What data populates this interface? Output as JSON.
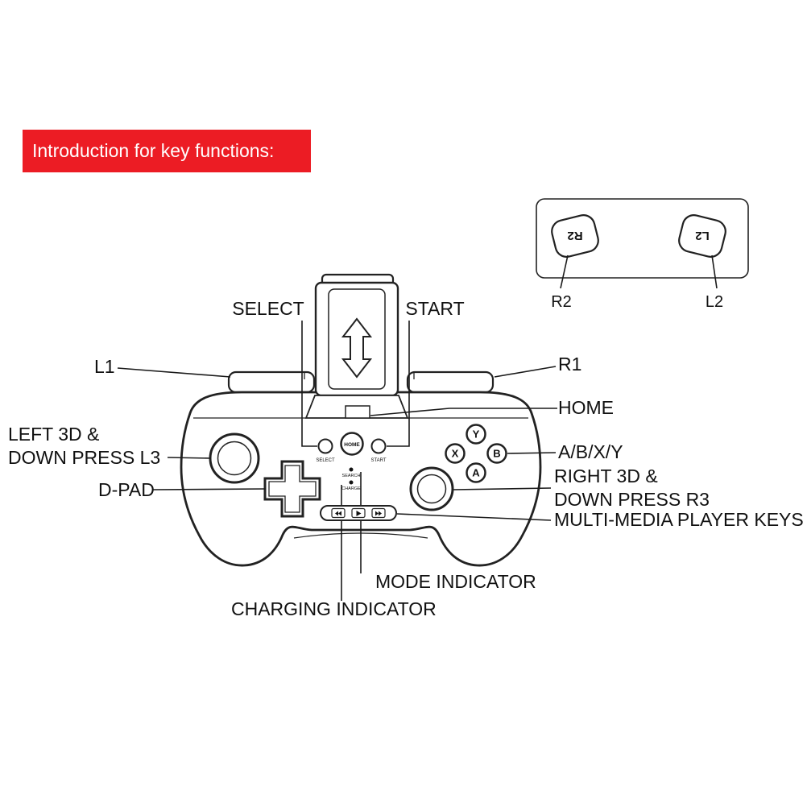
{
  "banner": {
    "text": "Introduction for key functions:",
    "bg_color": "#ec1c24",
    "text_color": "#ffffff"
  },
  "trigger_inset": {
    "r2_button": "R2",
    "l2_button": "L2",
    "r2_label": "R2",
    "l2_label": "L2"
  },
  "callouts": {
    "select": "SELECT",
    "start": "START",
    "l1": "L1",
    "r1": "R1",
    "home": "HOME",
    "left_stick_line1": "LEFT 3D &",
    "left_stick_line2": "DOWN PRESS L3",
    "abxy": "A/B/X/Y",
    "dpad": "D-PAD",
    "right_stick_line1": "RIGHT 3D &",
    "right_stick_line2": "DOWN PRESS  R3",
    "multimedia": "MULTI-MEDIA PLAYER KEYS",
    "mode": "MODE INDICATOR",
    "charging": "CHARGING INDICATOR"
  },
  "controller": {
    "select_button": "SELECT",
    "home_button": "HOME",
    "start_button": "START",
    "search_led": "SEARCH",
    "charge_led": "CHARGE",
    "button_a": "A",
    "button_b": "B",
    "button_x": "X",
    "button_y": "Y"
  },
  "colors": {
    "accent_red": "#ec1c24",
    "line": "#1a1a1a"
  }
}
